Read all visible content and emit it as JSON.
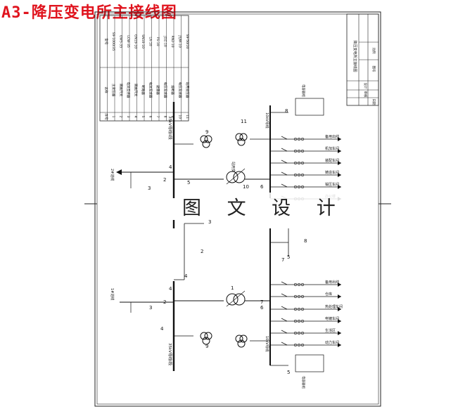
{
  "title": "A3-降压变电所主接线图",
  "watermark": "图 文 设 计",
  "equipment_table": {
    "headers": [
      "序号",
      "名称",
      "型号"
    ],
    "rows": [
      [
        "1",
        "主变压器",
        "S9-1000/35"
      ],
      [
        "2",
        "隔离开关",
        "GW5-35"
      ],
      [
        "3",
        "电流互感器",
        "LCW-35"
      ],
      [
        "4",
        "隔离开关",
        "GN19-10"
      ],
      [
        "5",
        "断路器",
        "SN10-10"
      ],
      [
        "6",
        "电流互感器",
        "LA-10"
      ],
      [
        "7",
        "避雷器",
        "FS-10"
      ],
      [
        "8",
        "电压互感器",
        "JDZ-10"
      ],
      [
        "9",
        "熔断器",
        "RN2-10"
      ],
      [
        "10",
        "电压互感器",
        "JSJW-10"
      ],
      [
        "11",
        "站用变压器",
        "S9-50/10"
      ]
    ]
  },
  "title_block": {
    "drawing_name": "降压变电所主接线图",
    "cells": [
      "设计",
      "审核",
      "比例",
      "图号",
      "日期"
    ]
  },
  "bus_labels": {
    "bus_35_2": "35kV母线II段",
    "bus_35_1": "35kV母线I段",
    "bus_10_1": "10kV母线",
    "bus_10_2": "10kV母线",
    "line_in_2": "2#进线",
    "line_in_1": "1#进线",
    "station_tr": "站用变",
    "cap_top": "电容器组",
    "cap_bottom": "电容器组"
  },
  "feeders_upper": [
    "备用出线",
    "机加车间",
    "装配车间",
    "铸造车间",
    "锻压车间",
    "办公楼"
  ],
  "feeders_lower": [
    "备用出线",
    "仓库",
    "热处理车间",
    "电镀车间",
    "生活区",
    "动力车间"
  ],
  "numbers": {
    "n1": "1",
    "n2": "2",
    "n3": "3",
    "n4": "4",
    "n5": "5",
    "n6": "6",
    "n7": "7",
    "n8": "8",
    "n9": "9",
    "n10": "10",
    "n11": "11"
  }
}
